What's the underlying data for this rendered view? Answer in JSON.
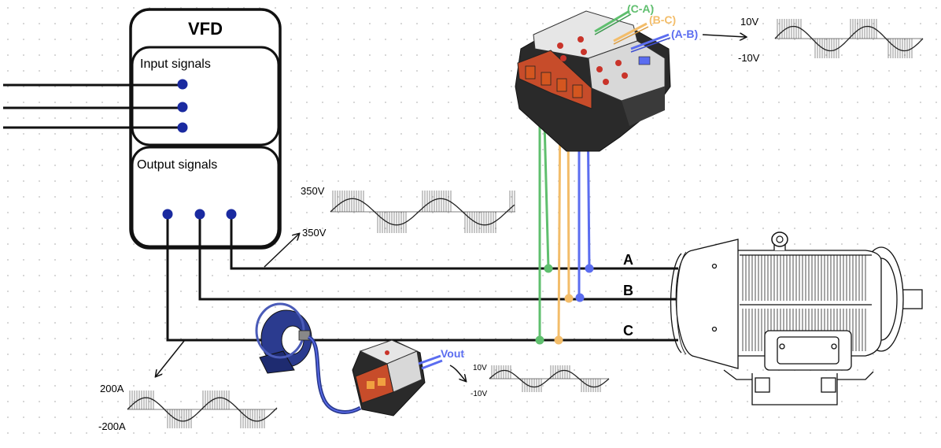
{
  "vfd": {
    "title": "VFD",
    "input_label": "Input signals",
    "output_label": "Output signals"
  },
  "phases": [
    "A",
    "B",
    "C"
  ],
  "voltage_sensor": {
    "channels": [
      {
        "label": "(C-A)",
        "color": "#5fbf6e"
      },
      {
        "label": "(B-C)",
        "color": "#f3bd6a"
      },
      {
        "label": "(A-B)",
        "color": "#5b6df0"
      }
    ],
    "output_max": "10V",
    "output_min": "-10V"
  },
  "vfd_output_wave": {
    "max": "350V",
    "min": "350V"
  },
  "current_wave": {
    "max": "200A",
    "min": "-200A"
  },
  "current_sensor": {
    "output_label": "Vout",
    "output_color": "#5b6df0",
    "max": "10V",
    "min": "-10V"
  },
  "colors": {
    "terminal": "#1a2aa0",
    "wire": "#111111",
    "ct_body": "#2b3b8f"
  }
}
